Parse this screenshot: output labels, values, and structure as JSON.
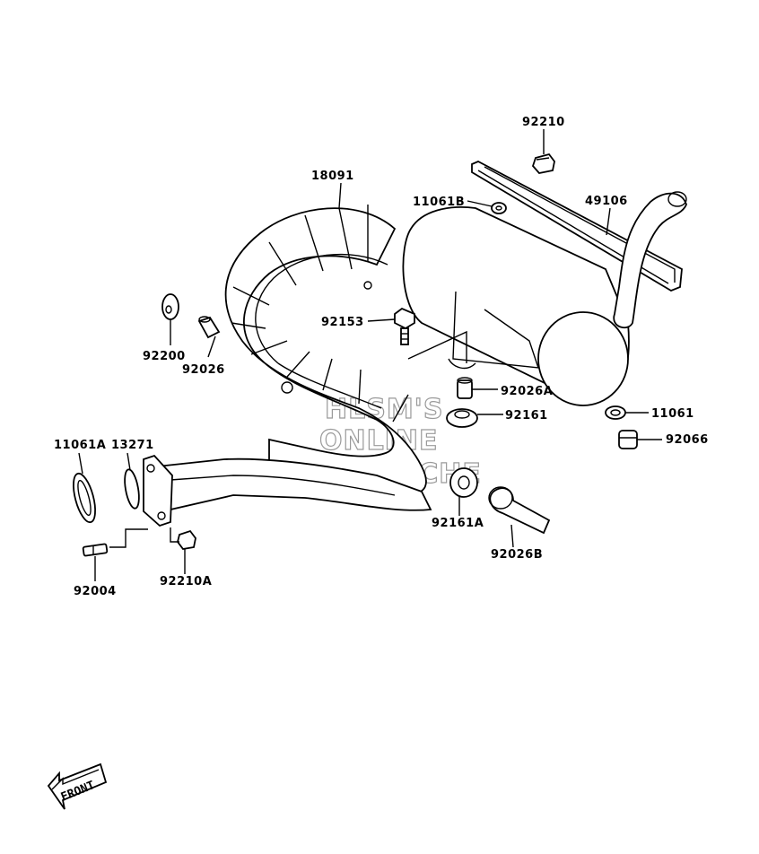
{
  "parts": {
    "p92210": "92210",
    "p18091": "18091",
    "p11061B": "11061B",
    "p49106": "49106",
    "p92153": "92153",
    "p92200": "92200",
    "p92026": "92026",
    "p92026A": "92026A",
    "p92161": "92161",
    "p11061": "11061",
    "p92066": "92066",
    "p11061A": "11061A",
    "p13271": "13271",
    "p92161A": "92161A",
    "p92026B": "92026B",
    "p92004": "92004",
    "p92210A": "92210A"
  },
  "watermark": {
    "line1": "HLSM'S",
    "line2": "ONLINE",
    "line3": "MICROFICHE"
  },
  "front_marker": "FRONT"
}
